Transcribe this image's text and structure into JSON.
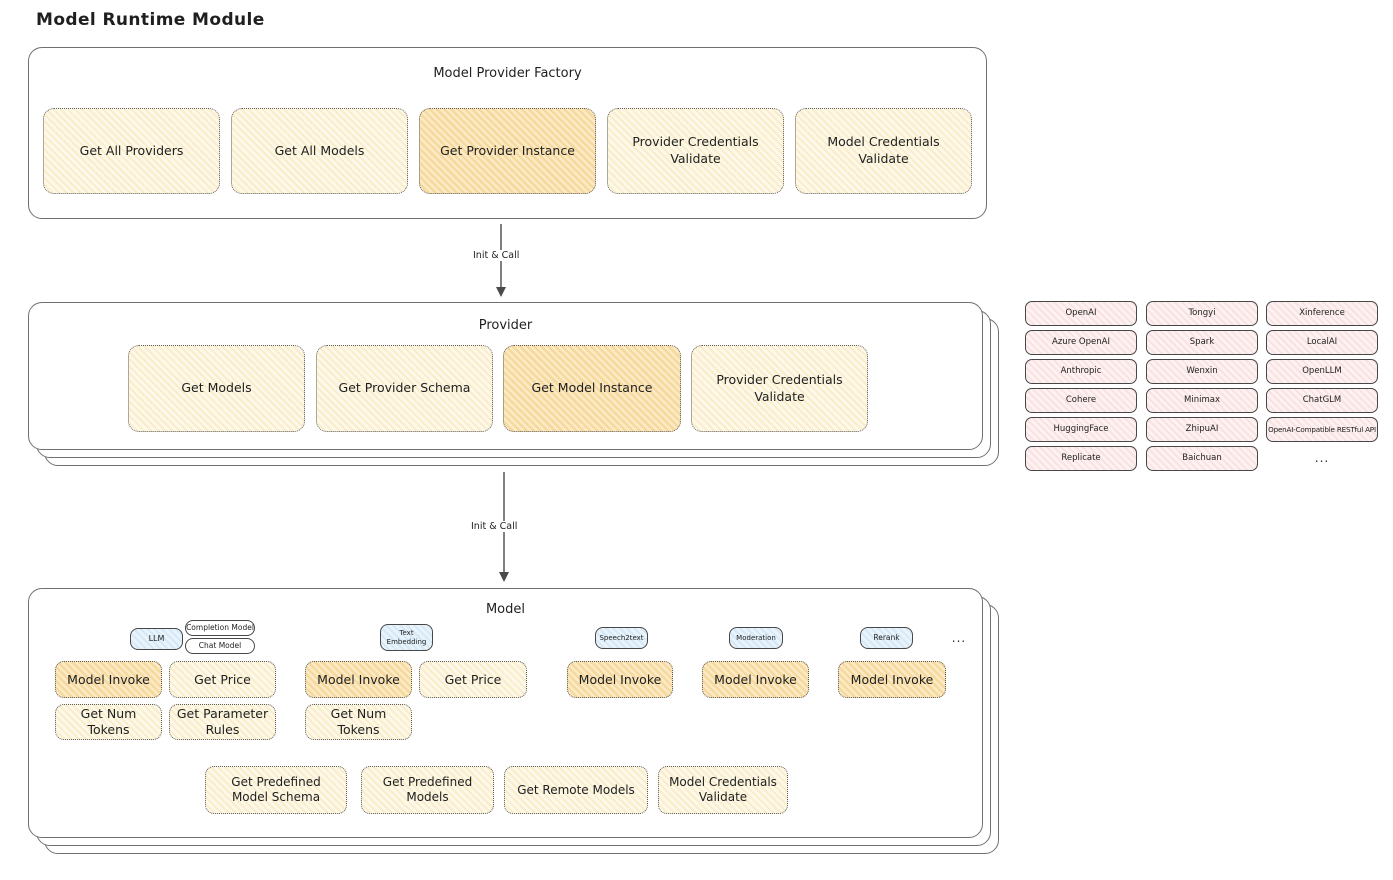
{
  "diagram": {
    "title": "Model Runtime Module",
    "arrow1_label": "Init & Call",
    "arrow2_label": "Init & Call"
  },
  "colors": {
    "highlight_orange": "#f6c96d",
    "soft_yellow": "#fbf3d8",
    "provider_pink": "#fbe5e5",
    "tab_blue": "#d9eaf7"
  },
  "factory": {
    "title": "Model Provider Factory",
    "items": [
      "Get All Providers",
      "Get All Models",
      "Get Provider Instance",
      "Provider Credentials Validate",
      "Model Credentials Validate"
    ]
  },
  "provider": {
    "title": "Provider",
    "items": [
      "Get Models",
      "Get Provider Schema",
      "Get Model Instance",
      "Provider Credentials Validate"
    ]
  },
  "providers_list": {
    "col1": [
      "OpenAI",
      "Azure OpenAI",
      "Anthropic",
      "Cohere",
      "HuggingFace",
      "Replicate"
    ],
    "col2": [
      "Tongyi",
      "Spark",
      "Wenxin",
      "Minimax",
      "ZhipuAI",
      "Baichuan"
    ],
    "col3": [
      "Xinference",
      "LocalAI",
      "OpenLLM",
      "ChatGLM",
      "OpenAI-Compatible RESTful API"
    ],
    "more": "..."
  },
  "model": {
    "title": "Model",
    "groups": [
      {
        "tab": "LLM",
        "sub_tabs": [
          "Completion Model",
          "Chat Model"
        ],
        "ops": [
          "Model Invoke",
          "Get Price",
          "Get Num Tokens",
          "Get Parameter Rules"
        ]
      },
      {
        "tab": "Text Embedding",
        "ops": [
          "Model Invoke",
          "Get Price",
          "Get Num Tokens"
        ]
      },
      {
        "tab": "Speech2text",
        "ops": [
          "Model Invoke"
        ]
      },
      {
        "tab": "Moderation",
        "ops": [
          "Model Invoke"
        ]
      },
      {
        "tab": "Rerank",
        "ops": [
          "Model Invoke"
        ]
      }
    ],
    "more_tabs": "...",
    "bottom_ops": [
      "Get Predefined Model Schema",
      "Get Predefined Models",
      "Get Remote Models",
      "Model Credentials Validate"
    ]
  }
}
